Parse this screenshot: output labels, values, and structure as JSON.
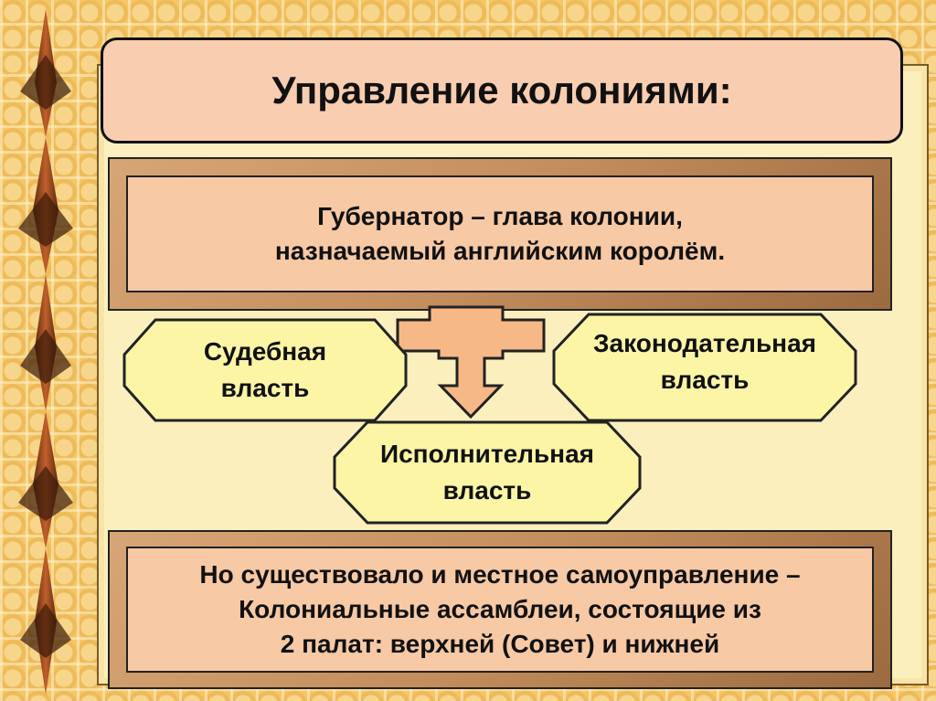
{
  "title": "Управление колониями:",
  "governor": {
    "line1": "Губернатор – глава колонии,",
    "line2": "назначаемый английским королём."
  },
  "branches": {
    "judicial": {
      "line1": "Судебная",
      "line2": "власть"
    },
    "legislative": {
      "line1": "Законодательная",
      "line2": "власть"
    },
    "executive": {
      "line1": "Исполнительная",
      "line2": "власть"
    }
  },
  "local": {
    "line1": "Но существовало и местное самоуправление –",
    "line2": "Колониальные ассамблеи, состоящие из",
    "line3": "2 палат: верхней (Совет) и нижней"
  },
  "colors": {
    "title_fill": "#f9cdb0",
    "box_fill": "#f7c9a4",
    "branch_fill": "#fdf5a6",
    "arrow_fill": "#f6b886",
    "panel_fill": "#fbf0bd"
  }
}
